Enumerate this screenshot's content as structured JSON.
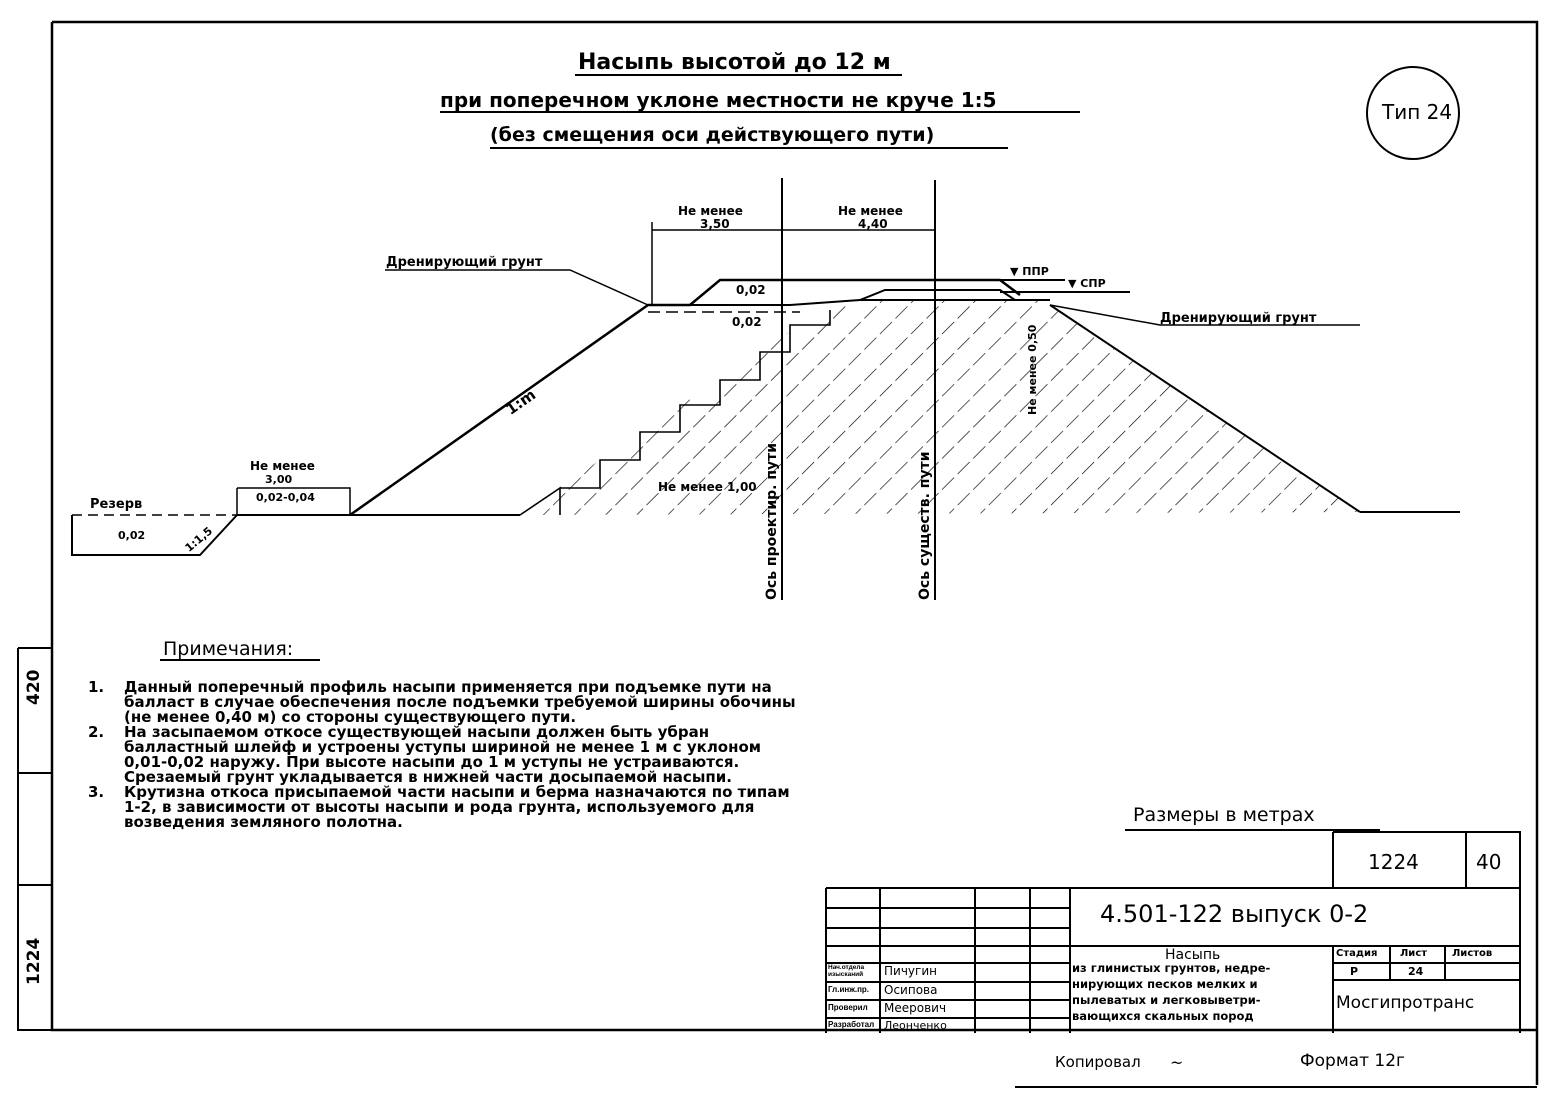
{
  "title": {
    "line1": "Насыпь высотой до 12 м",
    "line2": "при поперечном уклоне местности не круче 1:5",
    "line3": "(без смещения оси действующего пути)"
  },
  "type_badge": "Тип 24",
  "drawing": {
    "dim_left_label": "Не менее",
    "dim_left_value": "3,50",
    "dim_right_label": "Не менее",
    "dim_right_value": "4,40",
    "draining_soil_left": "Дренирующий грунт",
    "draining_soil_right": "Дренирующий грунт",
    "ppr": "▼ ППР",
    "spr": "▼ СПР",
    "slope_top": "0,02",
    "slope_top2": "0,02",
    "slope_ratio": "1:m",
    "berm_label": "Не менее",
    "berm_value": "3,00",
    "berm_slope": "0,02-0,04",
    "reserve": "Резерв",
    "reserve_slope": "0,02",
    "reserve_ratio": "1:1,5",
    "steps_label": "Не менее 1,00",
    "right_min": "Не менее 0,50",
    "axis_design": "Ось проектир. пути",
    "axis_existing": "Ось существ. пути"
  },
  "notes": {
    "heading": "Примечания:",
    "items": [
      {
        "num": "1.",
        "text": "Данный поперечный профиль насыпи применяется при подъемке пути на балласт в случае обеспечения после подъемки требуемой ширины обочины (не менее 0,40 м) со стороны существующего пути."
      },
      {
        "num": "2.",
        "text": "На засыпаемом откосе существующей насыпи должен быть убран балластный шлейф и устроены уступы шириной не менее 1 м с уклоном 0,01-0,02 наружу. При высоте насыпи до 1 м уступы не устраиваются. Срезаемый грунт укладывается в нижней части досыпаемой насыпи."
      },
      {
        "num": "3.",
        "text": "Крутизна откоса присыпаемой части насыпи и берма назначаются по типам 1-2, в зависимости от высоты насыпи и рода грунта, используемого для возведения земляного полотна."
      }
    ]
  },
  "dimensions_note": "Размеры в метрах",
  "side_stamp": {
    "top": "420",
    "bottom": "1224"
  },
  "title_block": {
    "sheet_code": "1224",
    "sheet_num": "40",
    "doc_number": "4.501-122  выпуск 0-2",
    "description": [
      "Насыпь",
      "из глинистых грунтов, недре-",
      "нирующих песков мелких и",
      "пылеватых и легковыветри-",
      "вающихся скальных пород"
    ],
    "stage_header": "Стадия",
    "sheet_header": "Лист",
    "sheets_header": "Листов",
    "stage": "Р",
    "sheet": "24",
    "organization": "Мосгипротранс",
    "roles": [
      "Нач.отдела изысканий",
      "Гл.инж.пр.",
      "Проверил",
      "Разработал"
    ],
    "names": [
      "Пичугин",
      "Осипова",
      "Меерович",
      "Леонченко"
    ],
    "copied_label": "Копировал",
    "format": "Формат 12г"
  }
}
